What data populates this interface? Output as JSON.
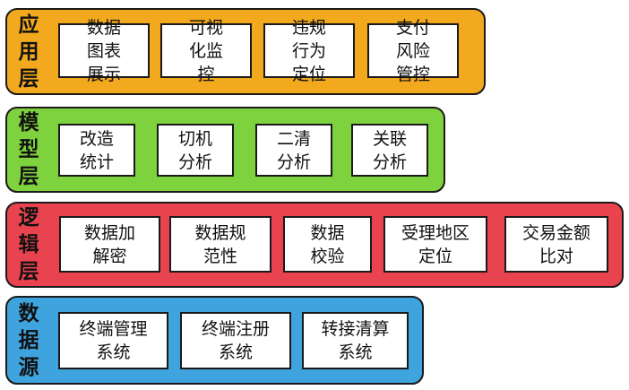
{
  "layers": [
    {
      "id": "application",
      "label": "应用层",
      "color": "#f2a91d",
      "items": [
        "数据图表展示",
        "可视化监控",
        "违规行为定位",
        "支付风险管控"
      ]
    },
    {
      "id": "model",
      "label": "模型层",
      "color": "#7ed23d",
      "items": [
        "改造统计",
        "切机分析",
        "二清分析",
        "关联分析"
      ]
    },
    {
      "id": "logic",
      "label": "逻辑层",
      "color": "#e8434f",
      "items": [
        "数据加解密",
        "数据规范性",
        "数据校验",
        "受理地区定位",
        "交易金额比对"
      ]
    },
    {
      "id": "data-source",
      "label": "数据源",
      "color": "#3fa4de",
      "items": [
        "终端管理系统",
        "终端注册系统",
        "转接清算系统"
      ]
    }
  ]
}
